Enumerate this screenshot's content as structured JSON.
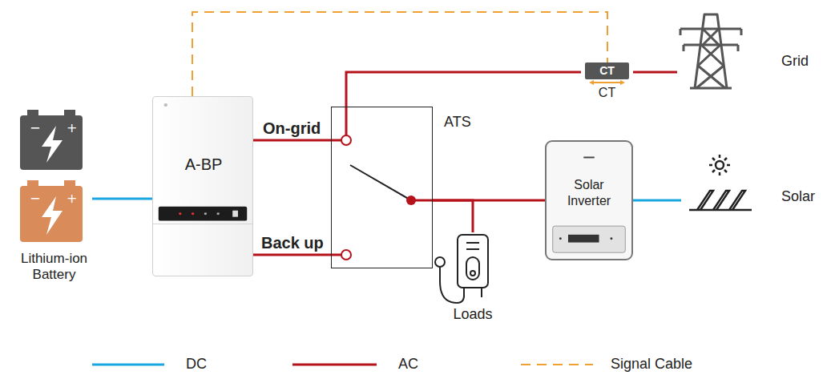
{
  "diagram": {
    "nodes": [
      {
        "text": [
          "Lithium-ion Battery"
        ]
      },
      {
        "text": [
          "A-BP"
        ]
      },
      {
        "text": [
          "ATS"
        ]
      },
      {
        "text": [
          "CT",
          "CT"
        ]
      },
      {
        "text": [
          "Grid"
        ]
      },
      {
        "text": [
          "Solar Inverter"
        ]
      },
      {
        "text": [
          "Solar"
        ]
      },
      {
        "text": [
          "Loads"
        ]
      }
    ],
    "edges": [
      {
        "from": 0,
        "to": 1,
        "arrow": "none"
      },
      {
        "from": 1,
        "to": 2,
        "label": "On-grid",
        "arrow": "none"
      },
      {
        "from": 1,
        "to": 2,
        "label": "Back up",
        "arrow": "none"
      },
      {
        "from": 2,
        "to": 3,
        "arrow": "none"
      },
      {
        "from": 3,
        "to": 4,
        "arrow": "none"
      },
      {
        "from": 1,
        "to": 3,
        "arrow": "none"
      },
      {
        "from": 2,
        "to": 5,
        "arrow": "none"
      },
      {
        "from": 2,
        "to": 7,
        "arrow": "none"
      },
      {
        "from": 5,
        "to": 6,
        "arrow": "none"
      }
    ],
    "legend": [
      {
        "text": "DC"
      },
      {
        "text": "AC"
      },
      {
        "text": "Signal Cable"
      }
    ]
  }
}
